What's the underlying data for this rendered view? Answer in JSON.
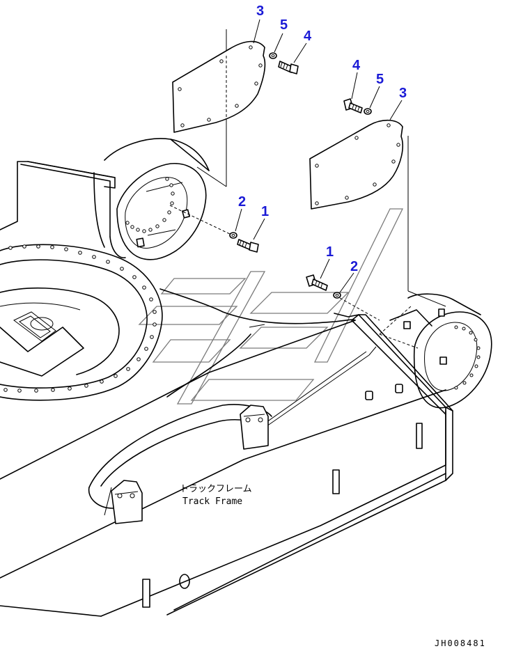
{
  "callouts": {
    "top_cover": "3",
    "top_washer": "5",
    "top_bolt": "4",
    "right_bolt": "4",
    "right_washer": "5",
    "right_cover": "3",
    "left_washer": "2",
    "left_bolt": "1",
    "center_bolt": "1",
    "center_washer": "2"
  },
  "caption": {
    "japanese": "トラックフレーム",
    "english": "Track Frame"
  },
  "document_id": "JH008481"
}
